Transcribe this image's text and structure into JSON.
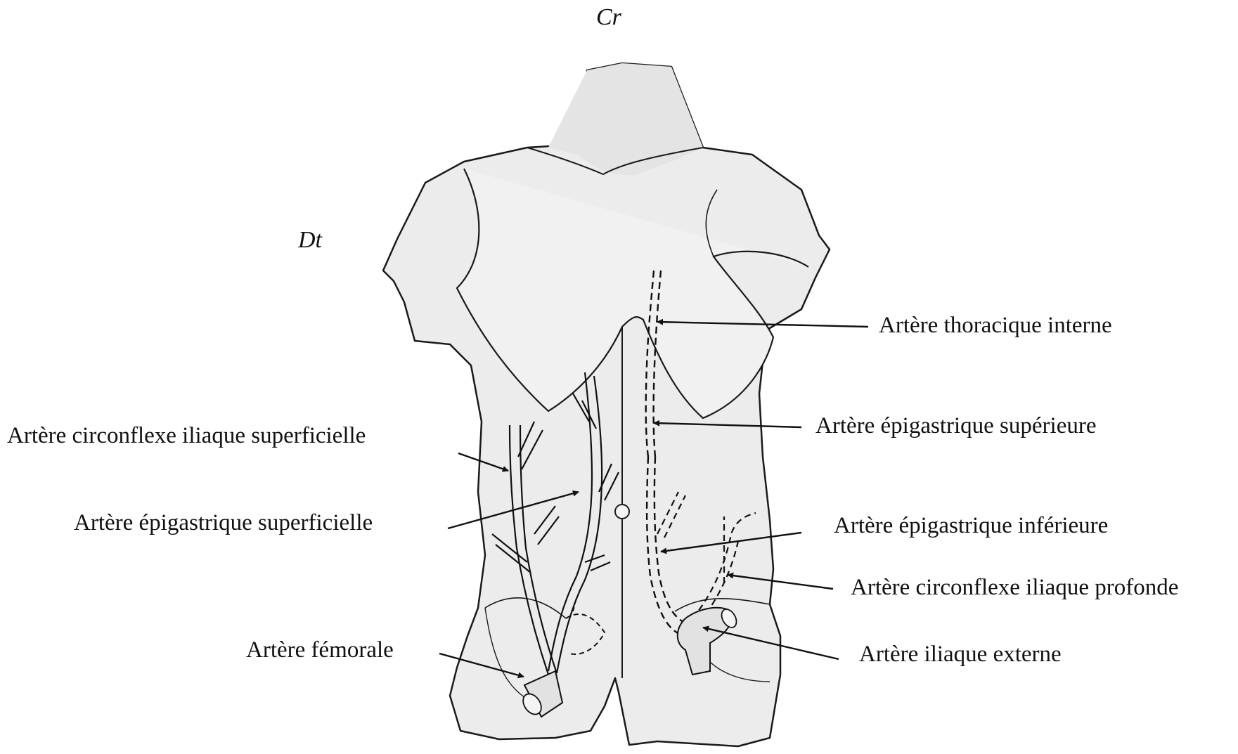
{
  "orientation": {
    "cranial": "Cr",
    "dorsal": "Dt"
  },
  "labels": {
    "thoracique_interne": "Artère thoracique interne",
    "epigastrique_superieure": "Artère épigastrique supérieure",
    "circonflexe_superficielle": "Artère circonflexe iliaque superficielle",
    "epigastrique_superficielle": "Artère épigastrique superficielle",
    "epigastrique_inferieure": "Artère épigastrique inférieure",
    "circonflexe_profonde": "Artère circonflexe iliaque profonde",
    "femorale": "Artère fémorale",
    "iliaque_externe": "Artère iliaque externe"
  },
  "colors": {
    "ink": "#111111",
    "skin": "#ececec",
    "skin_shadow": "#dcdcdc"
  }
}
